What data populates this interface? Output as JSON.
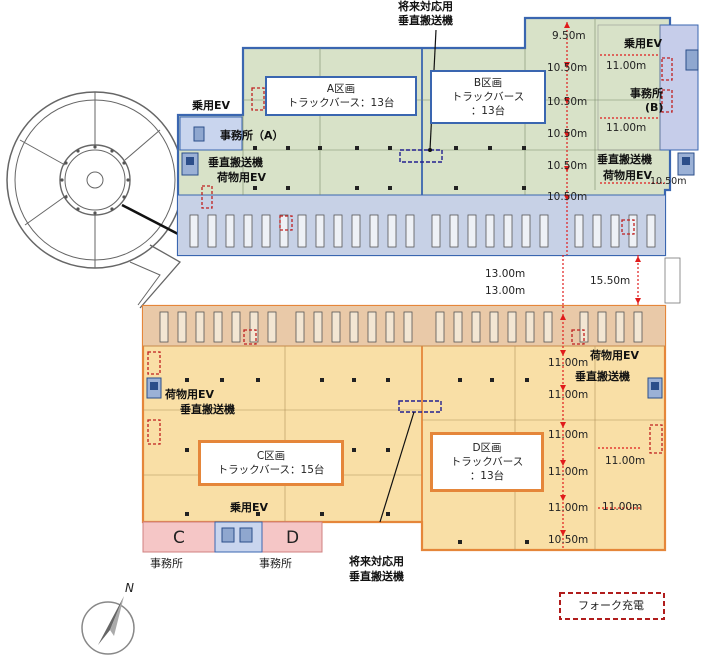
{
  "labels": {
    "future_top_line1": "将来対応用",
    "future_top_line2": "垂直搬送機",
    "future_bottom_line1": "将来対応用",
    "future_bottom_line2": "垂直搬送機",
    "passenger_ev_a": "乗用EV",
    "office_a": "事務所（A）",
    "vertical_conveyor_a": "垂直搬送機",
    "freight_ev_a": "荷物用EV",
    "passenger_ev_b": "乗用EV",
    "office_b_line1": "事務所",
    "office_b_line2": "(B)",
    "vertical_conveyor_b": "垂直搬送機",
    "freight_ev_b": "荷物用EV",
    "freight_ev_c": "荷物用EV",
    "vertical_conveyor_c": "垂直搬送機",
    "freight_ev_d": "荷物用EV",
    "vertical_conveyor_d": "垂直搬送機",
    "passenger_ev_cd": "乗用EV",
    "office_c_letter": "C",
    "office_d_letter": "D",
    "office_c": "事務所",
    "office_d": "事務所",
    "north": "N"
  },
  "zones": {
    "a": {
      "name": "A区画",
      "berth_line": "トラックバース：13台"
    },
    "b": {
      "name": "B区画",
      "berth_line1": "トラックバース",
      "berth_line2": "：13台"
    },
    "c": {
      "name": "C区画",
      "berth_line": "トラックバース：15台"
    },
    "d": {
      "name": "D区画",
      "berth_line1": "トラックバース",
      "berth_line2": "：13台"
    }
  },
  "dimensions": {
    "top_col": [
      "9.50m",
      "10.50m",
      "10.50m",
      "10.50m",
      "10.50m",
      "10.50m"
    ],
    "right_top": [
      "11.00m",
      "11.00m",
      "10.50m"
    ],
    "gap_left_1": "13.00m",
    "gap_left_2": "13.00m",
    "gap_right": "15.50m",
    "bottom_col": [
      "11.00m",
      "11.00m",
      "11.00m",
      "11.00m",
      "11.00m",
      "10.50m"
    ],
    "right_bottom": [
      "11.00m",
      "11.00m"
    ]
  },
  "legend": {
    "fork_charging": "フォーク充電"
  },
  "colors": {
    "upper_fill": "#d8e2c8",
    "upper_border": "#3a66b0",
    "lower_fill": "#f9dfa6",
    "lower_border": "#e5863a",
    "office_pink": "#f5c6c6",
    "office_blue": "#c9d5ee",
    "dim_red": "#e01b1b",
    "legend_red": "#b01c1c"
  }
}
